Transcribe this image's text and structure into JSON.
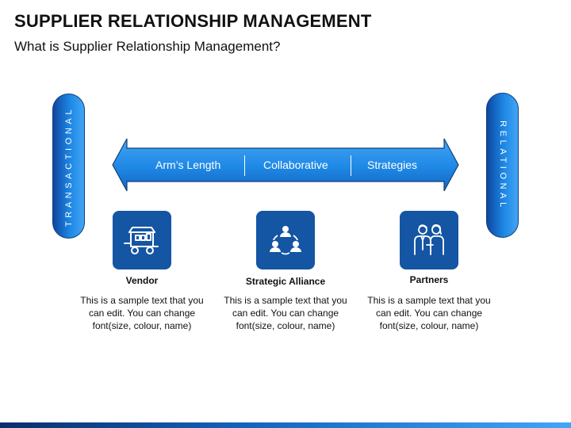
{
  "header": {
    "title": "SUPPLIER RELATIONSHIP MANAGEMENT",
    "subtitle": "What is Supplier Relationship Management?"
  },
  "left_pill": {
    "label": "TRANSACTIONAL"
  },
  "right_pill": {
    "label": "RELATIONAL"
  },
  "arrow": {
    "labels": [
      "Arm’s Length",
      "Collaborative",
      "Strategies"
    ]
  },
  "items": [
    {
      "label": "Vendor",
      "icon": "vendor-cart-icon",
      "description": "This is a sample text that you can edit. You can change font(size, colour, name)"
    },
    {
      "label": "Strategic Alliance",
      "icon": "team-alliance-icon",
      "description": "This is a sample text that you can edit. You can change font(size, colour, name)"
    },
    {
      "label": "Partners",
      "icon": "partners-icon",
      "description": "This is a sample text that you can edit. You can change font(size, colour, name)"
    }
  ],
  "colors": {
    "primary": "#1455a4",
    "arrow_dark": "#0d47a1",
    "arrow_light": "#42a5f5",
    "text": "#111111"
  }
}
